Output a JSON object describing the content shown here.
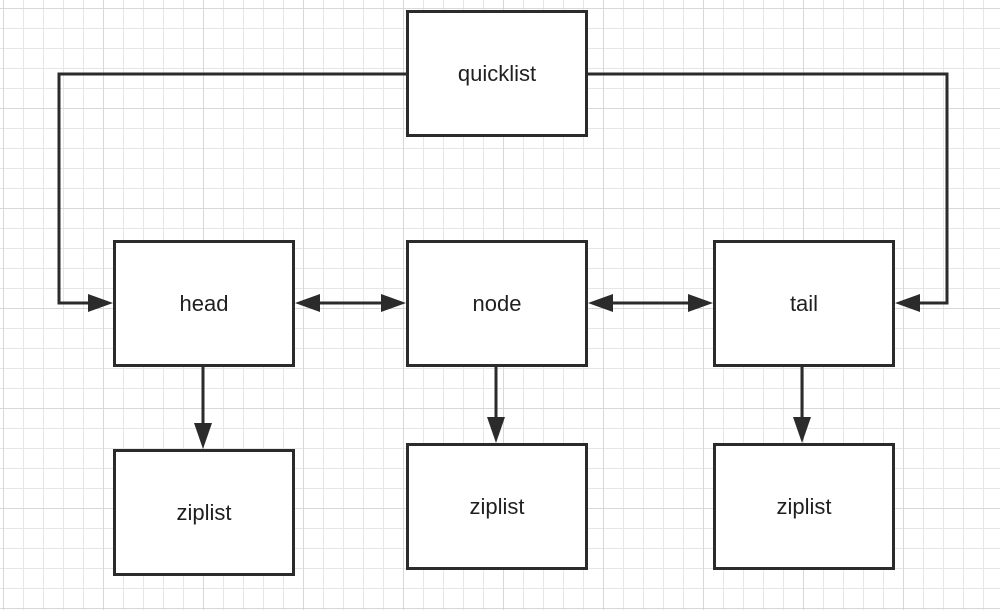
{
  "diagram": {
    "nodes": {
      "quicklist": "quicklist",
      "head": "head",
      "node": "node",
      "tail": "tail",
      "ziplist_head": "ziplist",
      "ziplist_node": "ziplist",
      "ziplist_tail": "ziplist"
    },
    "edges": [
      {
        "from": "quicklist",
        "to": "head",
        "style": "one-way"
      },
      {
        "from": "quicklist",
        "to": "tail",
        "style": "one-way"
      },
      {
        "from": "head",
        "to": "node",
        "style": "two-way"
      },
      {
        "from": "node",
        "to": "tail",
        "style": "two-way"
      },
      {
        "from": "head",
        "to": "ziplist_head",
        "style": "one-way"
      },
      {
        "from": "node",
        "to": "ziplist_node",
        "style": "one-way"
      },
      {
        "from": "tail",
        "to": "ziplist_tail",
        "style": "one-way"
      }
    ],
    "colors": {
      "line": "#2b2b2b",
      "box_border": "#2b2b2b",
      "background": "#ffffff",
      "grid": "#e6e6e6"
    }
  }
}
